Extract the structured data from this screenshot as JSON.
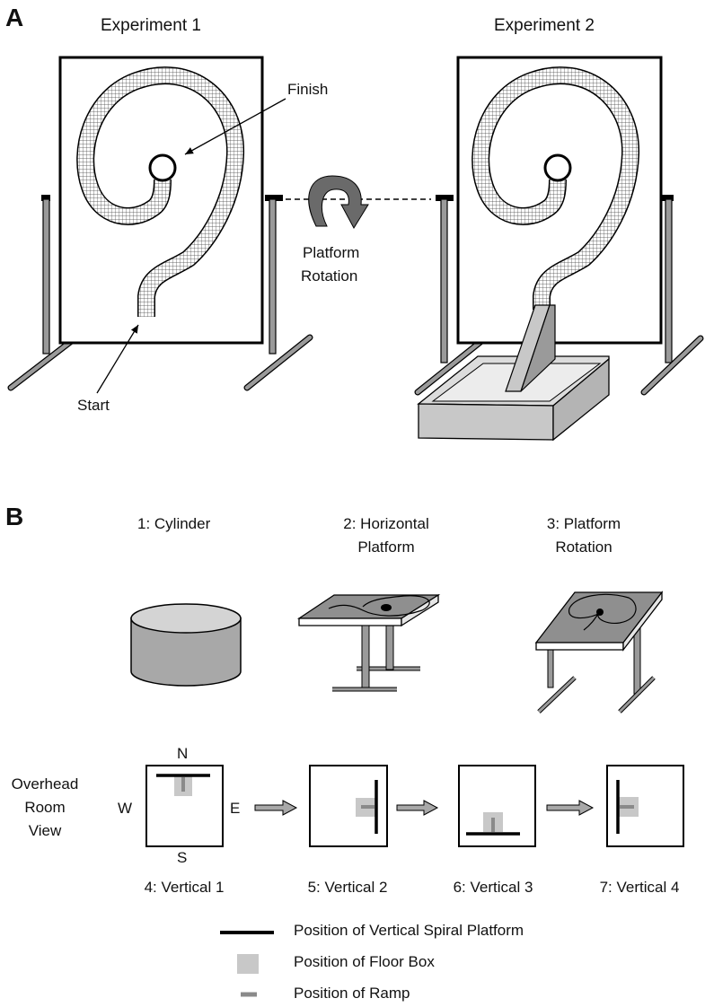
{
  "panel_a": {
    "letter": "A",
    "experiment1_title": "Experiment 1",
    "experiment2_title": "Experiment 2",
    "finish_label": "Finish",
    "start_label": "Start",
    "rotation_label_line1": "Platform",
    "rotation_label_line2": "Rotation"
  },
  "panel_b": {
    "letter": "B",
    "conditions": [
      {
        "line1": "1: Cylinder",
        "line2": ""
      },
      {
        "line1": "2: Horizontal",
        "line2": "Platform"
      },
      {
        "line1": "3: Platform",
        "line2": "Rotation"
      }
    ],
    "overhead_label": [
      "Overhead",
      "Room",
      "View"
    ],
    "compass": {
      "north": "N",
      "south": "S",
      "west": "W",
      "east": "E"
    },
    "vertical_views": [
      "4: Vertical 1",
      "5: Vertical 2",
      "6: Vertical 3",
      "7: Vertical 4"
    ],
    "legend": [
      {
        "key": "platform",
        "label": "Position of Vertical Spiral Platform"
      },
      {
        "key": "floor-box",
        "label": "Position of Floor Box"
      },
      {
        "key": "ramp",
        "label": "Position of Ramp"
      }
    ]
  },
  "colors": {
    "line": "#000000",
    "floor_box": "#c8c8c8",
    "ramp": "#8a8a8a",
    "stand": "#9a9a9a",
    "arrow": "#6a6a6a"
  }
}
